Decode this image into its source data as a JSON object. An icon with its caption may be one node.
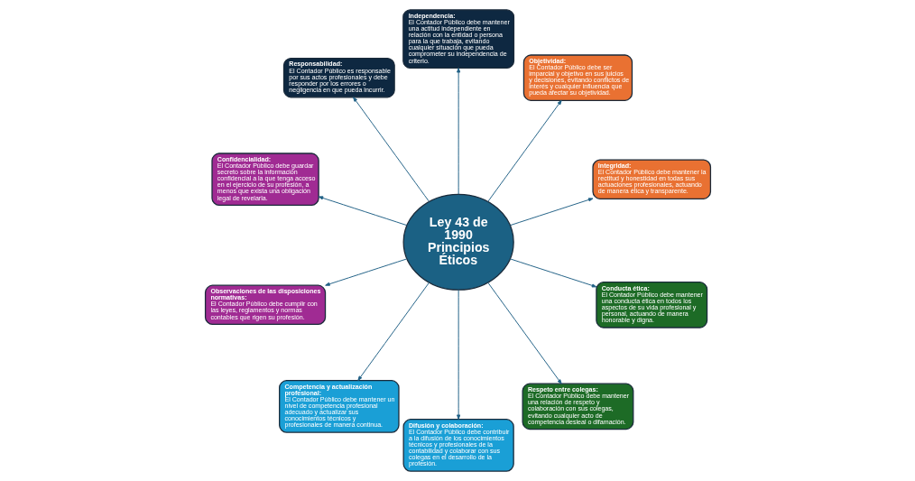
{
  "diagram": {
    "nodes": [
      {
        "text": [
          "Ley 43 de 1990 Principios Éticos"
        ]
      },
      {
        "text": [
          "Integridad:",
          "El Contador Público debe mantener la rectitud y honestidad en todas sus actuaciones profesionales, actuando de manera ética y transparente."
        ]
      },
      {
        "text": [
          "Objetividad:",
          "El Contador Público debe ser imparcial y objetivo en sus juicios y decisiones, evitando conflictos de interés y cualquier influencia que pueda afectar su objetividad."
        ]
      },
      {
        "text": [
          "Independencia:",
          "El Contador Público debe mantener una actitud independiente en relación con la entidad o persona para la que trabaja, evitando cualquier situación que pueda comprometer su independencia de criterio."
        ]
      },
      {
        "text": [
          "Responsabilidad:",
          "El Contador Público es responsable por sus actos profesionales y debe responder por los errores o negligencia en que pueda incurrir."
        ]
      },
      {
        "text": [
          "Confidencialidad:",
          "El Contador Público debe guardar secreto sobre la información confidencial a la que tenga acceso en el ejercicio de su profesión, a menos que exista una obligación legal de revelarla."
        ]
      },
      {
        "text": [
          "Observaciones de las disposiciones normativas:",
          "El Contador Público debe cumplir con las leyes, reglamentos y normas contables que rigen su profesión."
        ]
      },
      {
        "text": [
          "Competencia y actualización profesional:",
          "El Contador Público debe mantener un nivel de competencia profesional adecuado y actualizar sus conocimientos técnicos y profesionales de manera continua."
        ]
      },
      {
        "text": [
          "Difusión y colaboración:",
          "El Contador Público debe contribuir a la difusión de los conocimientos técnicos y profesionales de la contabilidad y colaborar con sus colegas en el desarrollo de la profesión."
        ]
      },
      {
        "text": [
          "Respeto entre colegas:",
          "El Contador Público debe mantener una relación de respeto y colaboración con sus colegas, evitando cualquier acto de competencia desleal o difamación."
        ]
      },
      {
        "text": [
          "Conducta ética:",
          "El Contador Público debe mantener una conducta ética en todos los aspectos de su vida profesional y personal, actuando de manera honorable y digna."
        ]
      }
    ],
    "edges": [
      {
        "from": 0,
        "to": 1,
        "arrow": "to"
      },
      {
        "from": 0,
        "to": 2,
        "arrow": "to"
      },
      {
        "from": 0,
        "to": 3,
        "arrow": "to"
      },
      {
        "from": 0,
        "to": 4,
        "arrow": "to"
      },
      {
        "from": 0,
        "to": 5,
        "arrow": "to"
      },
      {
        "from": 0,
        "to": 6,
        "arrow": "to"
      },
      {
        "from": 0,
        "to": 7,
        "arrow": "to"
      },
      {
        "from": 0,
        "to": 8,
        "arrow": "to"
      },
      {
        "from": 0,
        "to": 9,
        "arrow": "to"
      },
      {
        "from": 0,
        "to": 10,
        "arrow": "to"
      }
    ]
  }
}
